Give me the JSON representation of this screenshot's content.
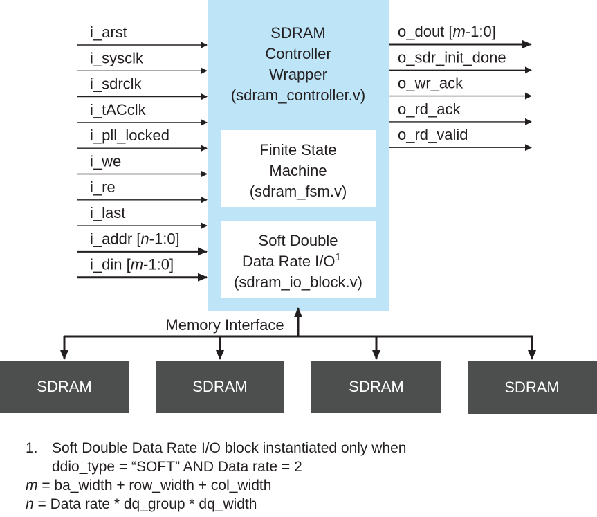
{
  "wrapper": {
    "title_lines": [
      "SDRAM",
      "Controller",
      "Wrapper",
      "(sdram_controller.v)"
    ],
    "fill": "#bde4f7"
  },
  "fsm": {
    "title_lines": [
      "Finite State",
      "Machine",
      "(sdram_fsm.v)"
    ]
  },
  "io_block": {
    "line1": "Soft Double",
    "line2": "Data Rate I/O",
    "superscript": "1",
    "line3": "(sdram_io_block.v)"
  },
  "inputs": [
    {
      "label": "i_arst",
      "bus": false
    },
    {
      "label": "i_sysclk",
      "bus": false
    },
    {
      "label": "i_sdrclk",
      "bus": false
    },
    {
      "label": "i_tACclk",
      "bus": false
    },
    {
      "label": "i_pll_locked",
      "bus": false
    },
    {
      "label": "i_we",
      "bus": false
    },
    {
      "label": "i_re",
      "bus": false
    },
    {
      "label": "i_last",
      "bus": false
    },
    {
      "label": "i_addr [",
      "italic": "n",
      "suffix": "-1:0]",
      "bus": true
    },
    {
      "label": "i_din [",
      "italic": "m",
      "suffix": "-1:0]",
      "bus": true
    }
  ],
  "outputs": [
    {
      "label": "o_dout [",
      "italic": "m",
      "suffix": "-1:0]",
      "bus": true
    },
    {
      "label": "o_sdr_init_done",
      "bus": false
    },
    {
      "label": "o_wr_ack",
      "bus": false
    },
    {
      "label": "o_rd_ack",
      "bus": false
    },
    {
      "label": "o_rd_valid",
      "bus": false
    }
  ],
  "memory_interface_label": "Memory Interface",
  "chips": [
    {
      "label": "SDRAM"
    },
    {
      "label": "SDRAM"
    },
    {
      "label": "SDRAM"
    },
    {
      "label": "SDRAM"
    }
  ],
  "chip_fill": "#4d4f4f",
  "notes": {
    "note1_number": "1.",
    "note1_line1": "Soft Double Data Rate I/O block instantiated only when",
    "note1_line2": "ddio_type = “SOFT” AND Data rate = 2",
    "eq_m_var": "m",
    "eq_m_rest": " = ba_width + row_width + col_width",
    "eq_n_var": "n",
    "eq_n_rest": " = Data rate * dq_group * dq_width"
  }
}
